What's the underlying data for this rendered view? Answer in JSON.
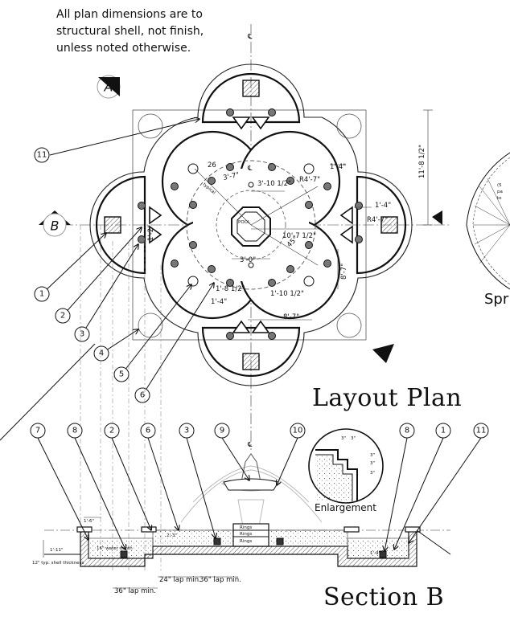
{
  "notes": {
    "line1": "All plan dimensions are to",
    "line2": "structural shell, not finish,",
    "line3": "unless noted otherwise."
  },
  "titles": {
    "layout_plan": "Layout Plan",
    "section_b": "Section B",
    "enlargement": "Enlargement",
    "spray_partial": "Spr"
  },
  "section_markers": {
    "a": "A",
    "b": "B"
  },
  "plan_callouts": [
    "1",
    "2",
    "3",
    "4",
    "5",
    "6",
    "11"
  ],
  "section_callouts": [
    "7",
    "8",
    "2",
    "6",
    "3",
    "9",
    "10",
    "8",
    "1",
    "11"
  ],
  "plan_dimensions": {
    "overall_right": "11'-8 1/2\"",
    "d_3_10a": "3'-10 1/2\"",
    "d_3_7": "3'-7\"",
    "r_4_7a": "R4'-7\"",
    "r_4_7b": "R4'-7\"",
    "d_1_4a": "1'-4\"",
    "d_1_4b": "1'-4\"",
    "d_1_4c": "1'-4\"",
    "d_10_7": "10'-7 1/2\"",
    "d_3_0": "3'-0\"",
    "d_1_8": "1'-8 1/2\"",
    "d_1_10": "1'-10 1/2\"",
    "d_8_7a": "8'-7\"",
    "d_8_7b": "8'-7\"",
    "angle_45": "45°",
    "d_26": "26",
    "d_1_2": "1'-2\"",
    "typical": "typical",
    "pool": "POOL",
    "cl": "℄"
  },
  "section_dimensions": {
    "d_1_6": "1'-6\"",
    "d_1_11": "1'-11\"",
    "d_1_9": "1'-9\"",
    "d_2_3": "2'-3\"",
    "water_depth": "16\" water depth",
    "shell_thickness": "12\" typ. shell thickness",
    "lap_24": "24\" lap min.",
    "lap_36a": "36\" lap min.",
    "lap_36b": "36\" lap min.",
    "rings1": "Rings",
    "rings2": "Rings",
    "rings3": "Rings",
    "enl_3a": "3\"",
    "enl_3b": "3\"",
    "enl_3c": "3\"",
    "enl_3d": "3\"",
    "enl_3e": "3\""
  },
  "spray_fragment": {
    "lines": [
      "(5",
      "pa",
      "to"
    ]
  }
}
